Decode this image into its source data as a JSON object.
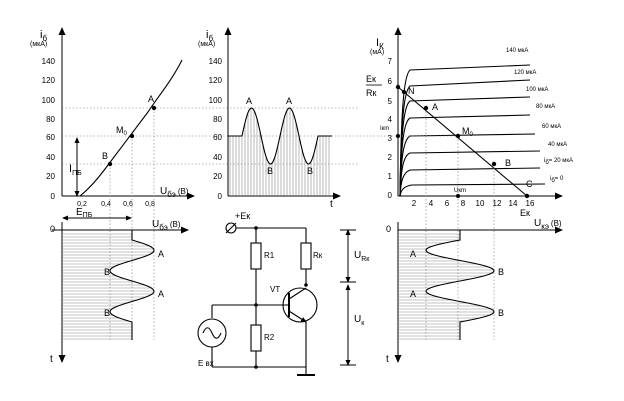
{
  "input_char": {
    "ylabel_main": "i",
    "ylabel_sub": "б",
    "ylabel_unit": "(мкА)",
    "y_ticks": [
      "140",
      "120",
      "100",
      "80",
      "60",
      "40",
      "20",
      "0"
    ],
    "x_ticks": [
      "0,2",
      "0,4",
      "0,6",
      "0,8"
    ],
    "xlabel_main": "U",
    "xlabel_sub": "бэ",
    "xlabel_unit": "(В)",
    "pt_a": "A",
    "pt_m": "M",
    "pt_m_sub": "0",
    "pt_b": "B",
    "ipb_main": "I",
    "ipb_sub": "ПБ"
  },
  "base_signal": {
    "ylabel_main": "i",
    "ylabel_sub": "б",
    "ylabel_unit": "(мкА)",
    "y_ticks": [
      "140",
      "120",
      "100",
      "80",
      "60",
      "40",
      "20",
      "0"
    ],
    "pt_a": "A",
    "pt_b": "B",
    "t_label": "t"
  },
  "output_char": {
    "ylabel_main": "I",
    "ylabel_sub": "К",
    "ylabel_unit": "(мА)",
    "y_ticks": [
      "7",
      "6",
      "5",
      "4",
      "3",
      "2",
      "1",
      "0"
    ],
    "x_ticks": [
      "2",
      "4",
      "6",
      "8",
      "10",
      "12",
      "14",
      "16"
    ],
    "xlabel_main": "U",
    "xlabel_sub": "кэ",
    "xlabel_unit": "(В)",
    "ek_frac_top": "Eк",
    "ek_frac_bottom": "Rк",
    "ikm": "Iкm",
    "ukm": "Uкm",
    "ek": "Eк",
    "pt_n": "N",
    "pt_a": "A",
    "pt_m": "M",
    "pt_m_sub": "0",
    "pt_b": "B",
    "pt_c": "C",
    "curve_labels": [
      "140 мкА",
      "120 мкА",
      "100 мкА",
      "80 мкА",
      "60 мкА",
      "40 мкА",
      "i",
      "= 20 мкА",
      "i",
      "= 0"
    ],
    "curve_sub": "б"
  },
  "input_voltage": {
    "top_label_main": "U",
    "top_label_sub": "бэ",
    "top_label_unit": "(В)",
    "epb_main": "E",
    "epb_sub": "ПБ",
    "zero": "0",
    "t_label": "t",
    "pts": [
      "A",
      "B",
      "A",
      "B"
    ]
  },
  "circuit": {
    "supply": "+Eк",
    "r1": "R1",
    "r2": "R2",
    "rk": "Rк",
    "vt": "VT",
    "evx": "E вх",
    "urk_main": "U",
    "urk_sub": "Rк",
    "uk_main": "U",
    "uk_sub": "к"
  },
  "output_voltage": {
    "xlabel_main": "U",
    "xlabel_sub": "кэ",
    "xlabel_unit": "(В)",
    "zero": "0",
    "t_label": "t",
    "pts": [
      "A",
      "B",
      "A",
      "B"
    ]
  }
}
